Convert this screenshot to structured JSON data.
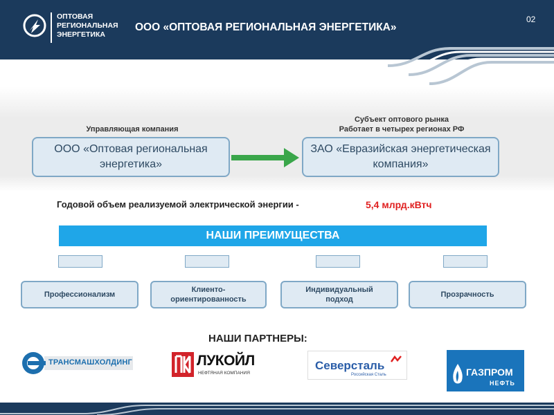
{
  "header": {
    "logo_text": "ОПТОВАЯ\nРЕГИОНАЛЬНАЯ\nЭНЕРГЕТИКА",
    "title": "ООО «ОПТОВАЯ РЕГИОНАЛЬНАЯ ЭНЕРГЕТИКА»",
    "page_number": "02"
  },
  "structure": {
    "left_caption": "Управляющая компания",
    "left_box": "ООО «Оптовая региональная энергетика»",
    "right_caption": "Субъект оптового рынка\nРаботает в четырех регионах РФ",
    "right_box": "ЗАО «Евразийская энергетическая компания»"
  },
  "volume": {
    "label": "Годовой объем реализуемой электрической энергии -",
    "value": "5,4 млрд.кВтч"
  },
  "advantages": {
    "title": "НАШИ ПРЕИМУЩЕСТВА",
    "items": [
      "Профессионализм",
      "Клиенто-\nориентированность",
      "Индивидуальный\nподход",
      "Прозрачность"
    ]
  },
  "partners": {
    "title": "НАШИ ПАРТНЕРЫ:",
    "items": [
      {
        "name": "ТРАНСМАШХОЛДИНГ"
      },
      {
        "name": "ЛУКОЙЛ",
        "subtitle": "НЕФТЯНАЯ КОМПАНИЯ"
      },
      {
        "name": "Северсталь",
        "subtitle": "Российская Сталь"
      },
      {
        "name": "ГАЗПРОМ",
        "subtitle": "НЕФТЬ"
      }
    ]
  },
  "colors": {
    "navy": "#1b3a5c",
    "accent_blue": "#1fa6e8",
    "box_fill": "#dfeaf3",
    "box_border": "#7fa8c6",
    "highlight_red": "#e02020",
    "arrow_green": "#3aa64a"
  }
}
